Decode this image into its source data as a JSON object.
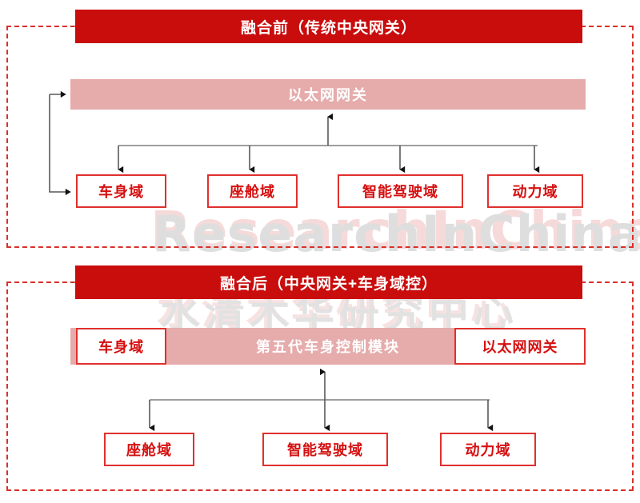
{
  "diagram": {
    "watermark": {
      "english": "ResearchInChina",
      "chinese": "水清木华研究中心"
    },
    "colors": {
      "banner_red": "#C90C0C",
      "node_border_red": "#E0302C",
      "node_text_red": "#D50F0F",
      "pink_bar": "#E6ABAB",
      "dashed_border": "#D9302C",
      "wire_gray": "#7F7F7F",
      "white": "#FFFFFF"
    },
    "sections": [
      {
        "id": "before",
        "title": "融合前（传统中央网关）",
        "gateway": {
          "label": "以太网网关"
        },
        "domains": [
          {
            "label": "车身域"
          },
          {
            "label": "座舱域"
          },
          {
            "label": "智能驾驶域"
          },
          {
            "label": "动力域"
          }
        ]
      },
      {
        "id": "after",
        "title": "融合后（中央网关+车身域控）",
        "fused_row": {
          "left_label": "车身域",
          "center_label": "第五代车身控制模块",
          "right_label": "以太网网关"
        },
        "domains": [
          {
            "label": "座舱域"
          },
          {
            "label": "智能驾驶域"
          },
          {
            "label": "动力域"
          }
        ]
      }
    ]
  }
}
